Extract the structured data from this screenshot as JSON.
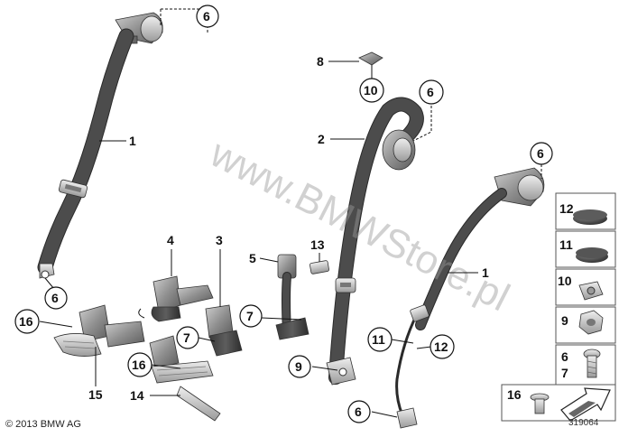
{
  "callouts": {
    "c1a": "1",
    "c1b": "1",
    "c2": "2",
    "c3": "3",
    "c4": "4",
    "c5": "5",
    "c6a": "6",
    "c6b": "6",
    "c6c": "6",
    "c6d": "6",
    "c6e": "6",
    "c7a": "7",
    "c7b": "7",
    "c8": "8",
    "c9": "9",
    "c10": "10",
    "c11": "11",
    "c12": "12",
    "c13": "13",
    "c14": "14",
    "c15": "15",
    "c16a": "16",
    "c16b": "16"
  },
  "side_panel": {
    "l12": "12",
    "l11": "11",
    "l10": "10",
    "l9": "9",
    "l6": "6",
    "l7": "7",
    "l16": "16"
  },
  "footer": {
    "copyright": "© 2013 BMW AG",
    "image_number": "319064"
  },
  "watermark": "www.BMWStore.pl",
  "colors": {
    "belt": "#4c4c4c",
    "plastic": "#8d8d8d",
    "metal": "#b4b4b4"
  }
}
